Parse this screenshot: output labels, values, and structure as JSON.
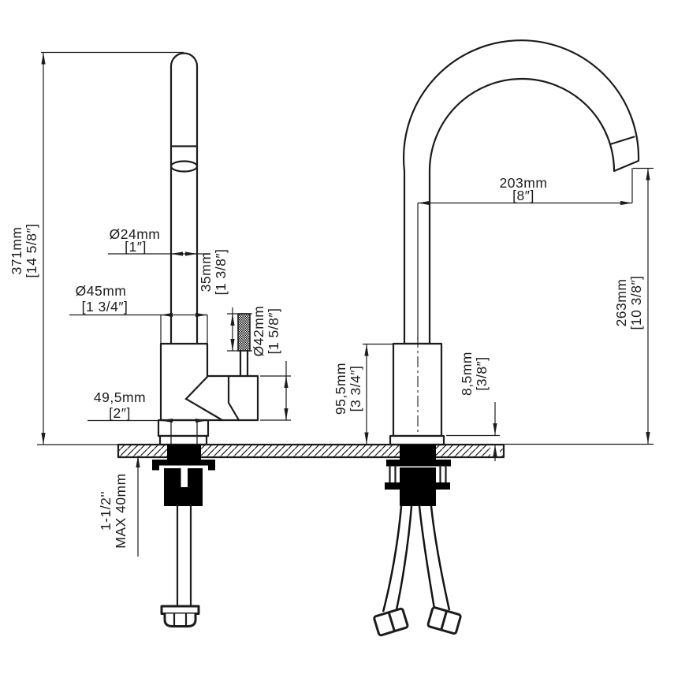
{
  "page": {
    "type": "faucet-installation-dimension-drawing",
    "colors": {
      "background": "#ffffff",
      "line": "#1c1c1c",
      "hardware_fill": "#000000"
    }
  },
  "dims": {
    "total_height": {
      "mm": "371mm",
      "in": "[14 5/8″]"
    },
    "spout_diameter": {
      "mm": "Ø24mm",
      "in": "[1″]"
    },
    "body_diameter": {
      "mm": "Ø45mm",
      "in": "[1 3/4″]"
    },
    "grip_length": {
      "mm": "35mm",
      "in": "[1 3/8″]"
    },
    "handle_diameter": {
      "mm": "Ø42mm",
      "in": "[1 5/8″]"
    },
    "base_width": {
      "mm": "49,5mm",
      "in": "[2″]"
    },
    "max_deck": {
      "line1": "1-1/2''",
      "line2": "MAX 40mm"
    },
    "spout_reach": {
      "mm": "203mm",
      "in": "[8″]"
    },
    "outlet_height": {
      "mm": "263mm",
      "in": "[10 3/8″]"
    },
    "column_height": {
      "mm": "95,5mm",
      "in": "[3 3/4″]"
    },
    "plate_thickness": {
      "mm": "8,5mm",
      "in": "[3/8″]"
    }
  }
}
